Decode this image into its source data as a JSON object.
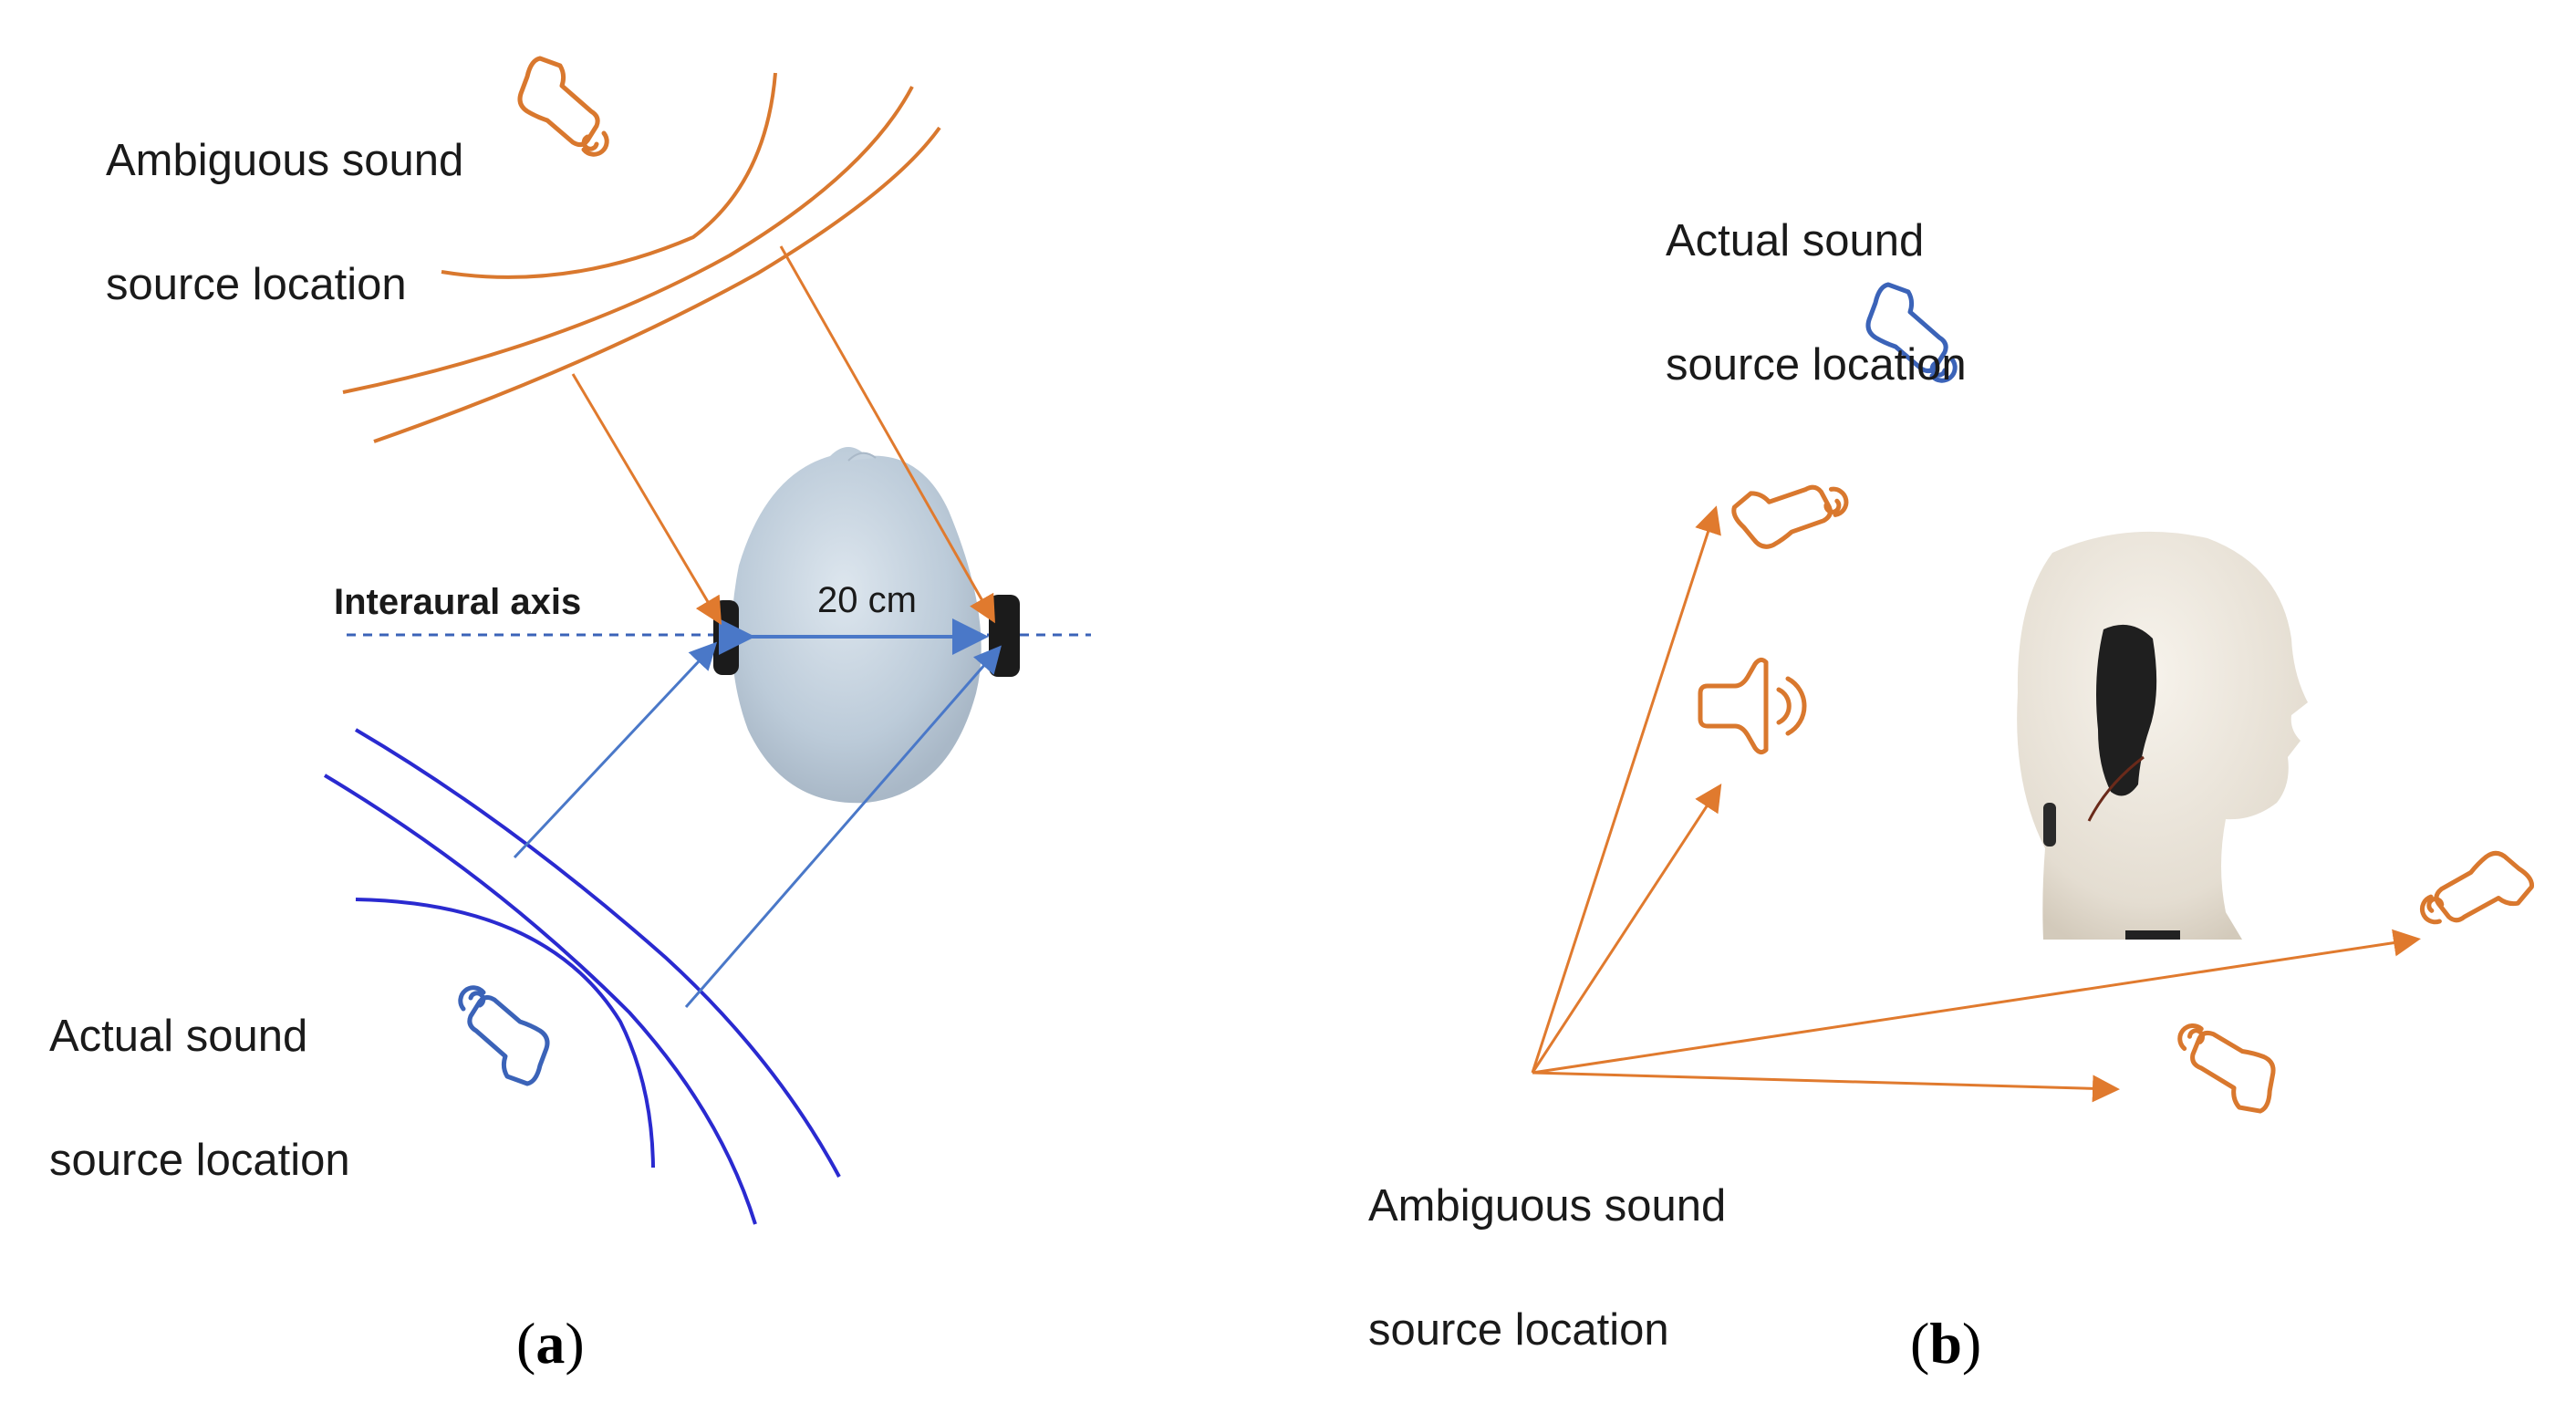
{
  "panel_a": {
    "ambiguous_label_line1": "Ambiguous sound",
    "ambiguous_label_line2": "source location",
    "actual_label_line1": "Actual sound",
    "actual_label_line2": "source location",
    "axis_label": "Interaural axis",
    "distance_label": "20 cm",
    "caption_letter": "a"
  },
  "panel_b": {
    "actual_label_line1": "Actual sound",
    "actual_label_line2": "source location",
    "ambiguous_label_line1": "Ambiguous sound",
    "ambiguous_label_line2": "source location",
    "caption_letter": "b"
  },
  "colors": {
    "ambiguous": "#d9782e",
    "actual": "#3b63b8",
    "wavefront_actual": "#2a2ad0",
    "arrow_blue": "#4a78c8",
    "head_top": "#c9d6e2",
    "head_side": "#ece6dc"
  },
  "icons": [
    "bell-speaker-icon",
    "speaker-icon"
  ]
}
